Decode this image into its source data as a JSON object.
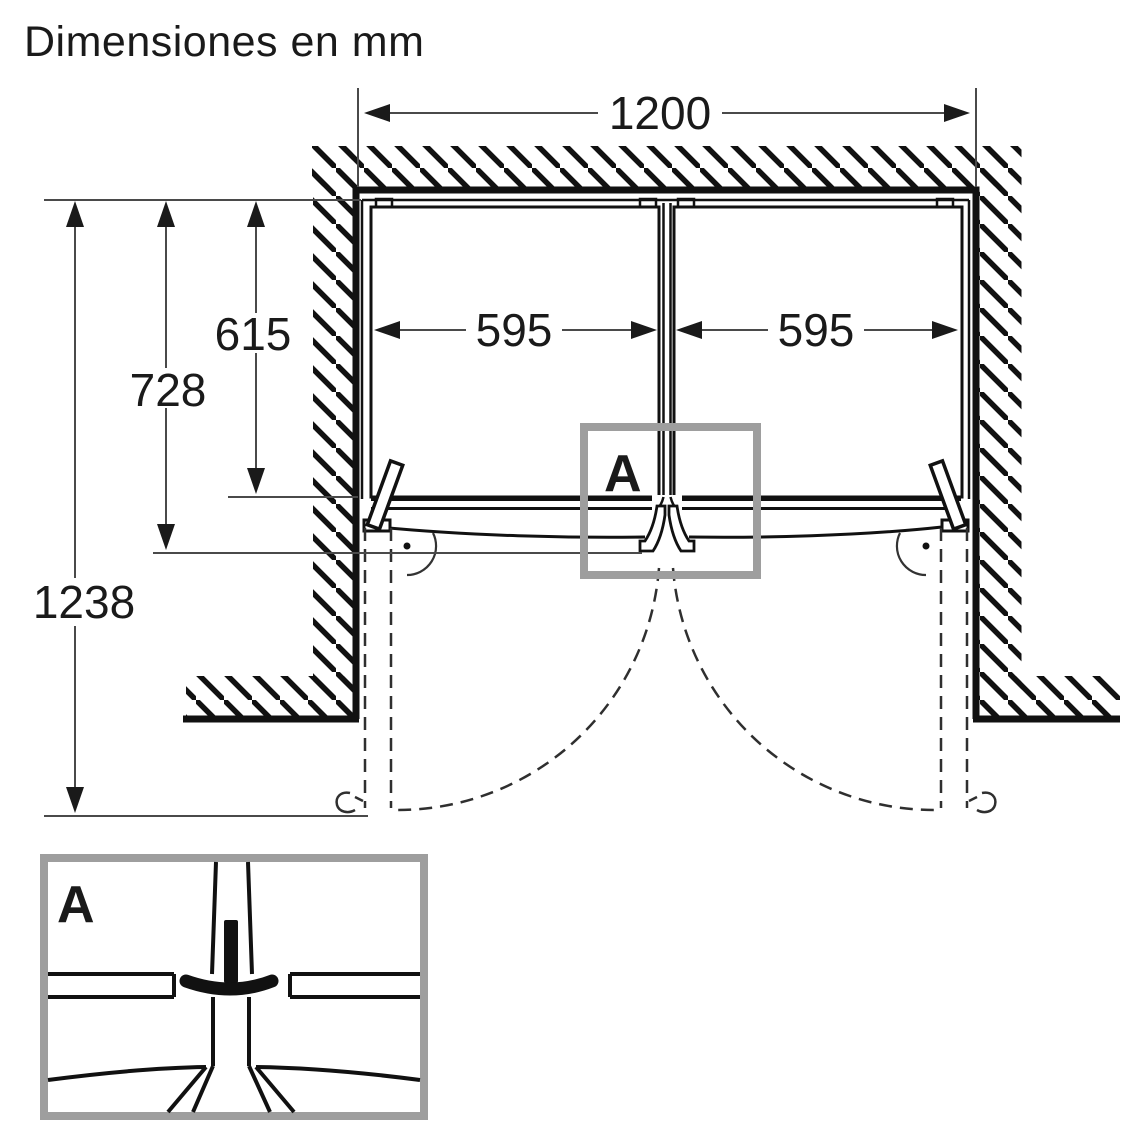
{
  "title": "Dimensiones en mm",
  "diagram": {
    "type": "appliance-installation-top-view",
    "unit": "mm",
    "dimensions": {
      "total_width": "1200",
      "left_door_width": "595",
      "right_door_width": "595",
      "depth_body": "615",
      "depth_with_door": "728",
      "depth_door_open": "1238"
    },
    "labels": {
      "detail_marker": "A",
      "detail_view_marker": "A"
    }
  },
  "colors": {
    "background": "#ffffff",
    "drawing_line": "#111111",
    "dimension_line": "#4a4a4a",
    "dashed_line": "#2f2f2f",
    "detail_frame_gray": "#9e9e9e"
  }
}
